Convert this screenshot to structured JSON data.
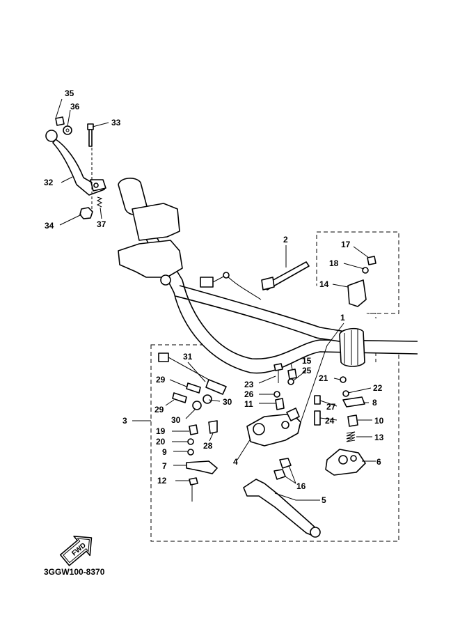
{
  "diagram_code": "3GGW100-8370",
  "fwd_badge": "FWD",
  "callouts": {
    "c1": "1",
    "c2": "2",
    "c3": "3",
    "c4": "4",
    "c5": "5",
    "c6": "6",
    "c7": "7",
    "c8": "8",
    "c9": "9",
    "c10": "10",
    "c11": "11",
    "c12": "12",
    "c13": "13",
    "c14": "14",
    "c15": "15",
    "c16": "16",
    "c17": "17",
    "c18": "18",
    "c19": "19",
    "c20": "20",
    "c21": "21",
    "c22": "22",
    "c23": "23",
    "c24": "24",
    "c25": "25",
    "c26": "26",
    "c27": "27",
    "c28": "28",
    "c29a": "29",
    "c29b": "29",
    "c30a": "30",
    "c30b": "30",
    "c31": "31",
    "c32": "32",
    "c33": "33",
    "c34": "34",
    "c35": "35",
    "c36": "36",
    "c37": "37"
  }
}
